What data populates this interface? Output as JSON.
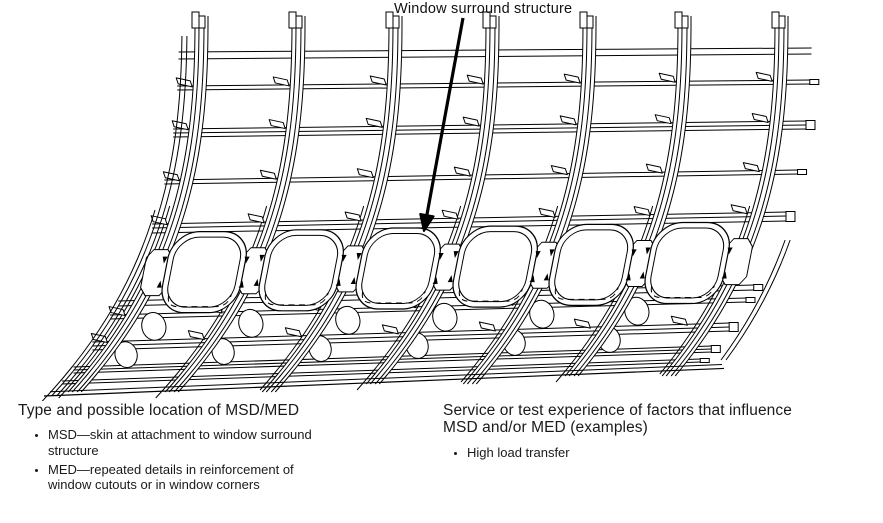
{
  "annotation": {
    "label": "Window surround structure"
  },
  "captions": {
    "left": {
      "title": "Type and possible location of MSD/MED",
      "bullets": [
        {
          "lines": [
            "MSD—skin at attachment to window surround",
            "structure"
          ]
        },
        {
          "lines": [
            "MED—repeated details in reinforcement of",
            "window cutouts or in window corners"
          ]
        }
      ]
    },
    "right": {
      "title_lines": [
        "Service or test experience of factors that influence",
        "MSD and/or MED (examples)"
      ],
      "bullets": [
        {
          "lines": [
            "High load transfer"
          ]
        }
      ]
    }
  },
  "diagram": {
    "subject": "fuselage panel with window cutouts",
    "frame_count": 7,
    "window_count": 6,
    "arrow_points_to": "top edge of third window",
    "line_color": "#000000",
    "background_color": "#ffffff"
  }
}
